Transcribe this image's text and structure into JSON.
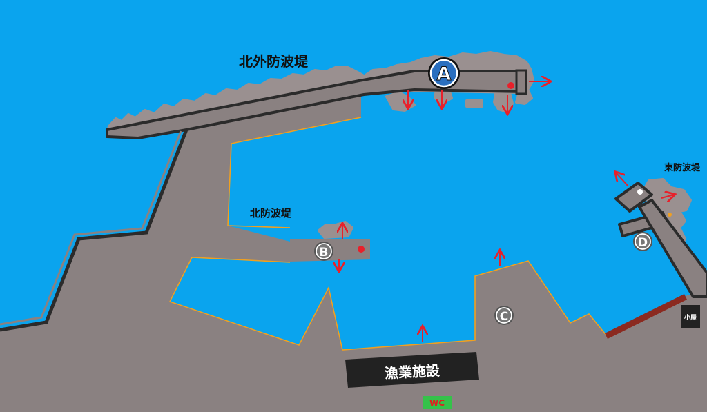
{
  "labels": {
    "north_outer_breakwater": "北外防波堤",
    "north_breakwater": "北防波堤",
    "east_breakwater": "東防波堤",
    "fishery_facility": "漁業施設",
    "hut": "小屋",
    "wc": "WC"
  },
  "points": {
    "a": "A",
    "b": "B",
    "c": "C",
    "d": "D"
  },
  "colors": {
    "sea": "#0aa4ee",
    "land": "#8a8181",
    "outline": "#2b2b2b",
    "quay_edge": "#f0a020",
    "rocks": "#9a9090",
    "arrow": "#e8202a",
    "spot_dot": "#e8202a",
    "slipway": "#8b2a20",
    "facility_bg": "#222222",
    "wc_bg": "#35c24a"
  }
}
